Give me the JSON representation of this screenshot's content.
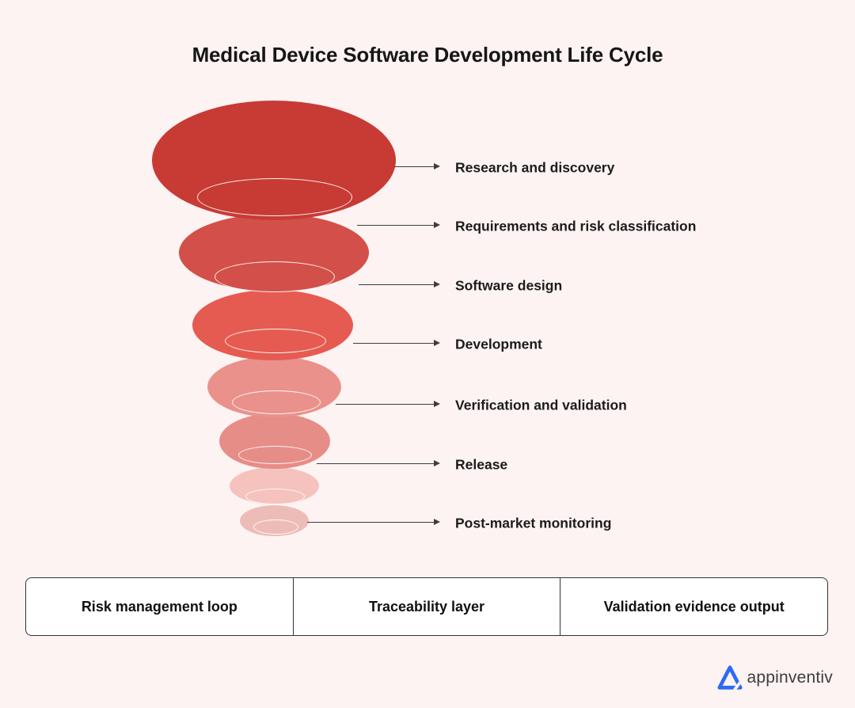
{
  "title": "Medical Device Software Development Life Cycle",
  "background_color": "#fdf3f2",
  "funnel": {
    "type": "funnel",
    "direction": "top-large-to-bottom-small",
    "ring_stroke_color": "#ffffff",
    "arrow_color": "#3d3d3d",
    "stages": [
      {
        "label": "Research and discovery",
        "color": "#c83b35"
      },
      {
        "label": "Requirements and risk classification",
        "color": "#d25049"
      },
      {
        "label": "Software design",
        "color": "#e65b51"
      },
      {
        "label": "Development",
        "color": "#ea918b"
      },
      {
        "label": "Verification and validation",
        "color": "#e78d87"
      },
      {
        "label": "Release",
        "color": "#f6c2bd"
      },
      {
        "label": "Post-market monitoring",
        "color": "#eebcb7"
      }
    ]
  },
  "footer_bar": {
    "items": [
      "Risk management loop",
      "Traceability layer",
      "Validation evidence output"
    ]
  },
  "logo": {
    "text": "appinventiv",
    "mark_color": "#2e6bf4"
  }
}
